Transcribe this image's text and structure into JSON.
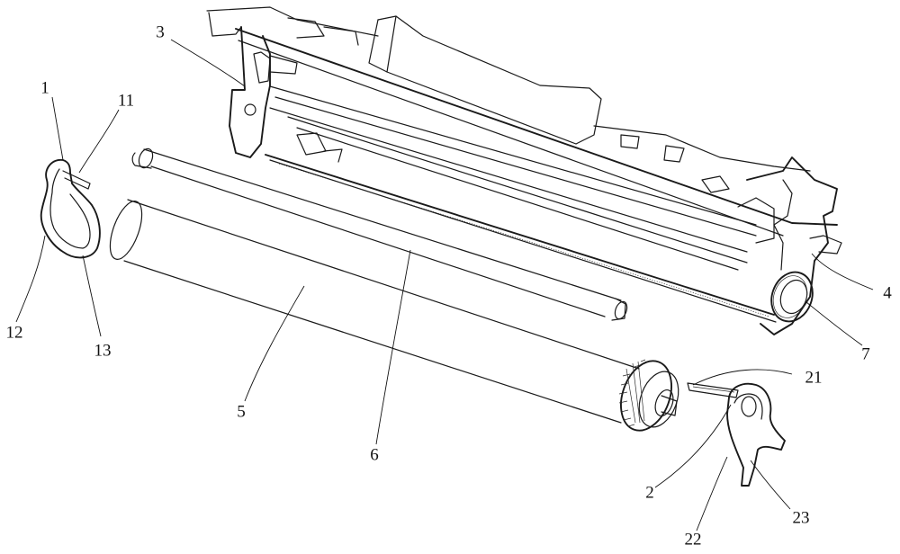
{
  "part_labels": [
    {
      "id": "1",
      "text": "1"
    },
    {
      "id": "11",
      "text": "11"
    },
    {
      "id": "12",
      "text": "12"
    },
    {
      "id": "13",
      "text": "13"
    },
    {
      "id": "3",
      "text": "3"
    },
    {
      "id": "4",
      "text": "4"
    },
    {
      "id": "7",
      "text": "7"
    },
    {
      "id": "5",
      "text": "5"
    },
    {
      "id": "6",
      "text": "6"
    },
    {
      "id": "21",
      "text": "21"
    },
    {
      "id": "2",
      "text": "2"
    },
    {
      "id": "22",
      "text": "22"
    },
    {
      "id": "23",
      "text": "23"
    }
  ]
}
